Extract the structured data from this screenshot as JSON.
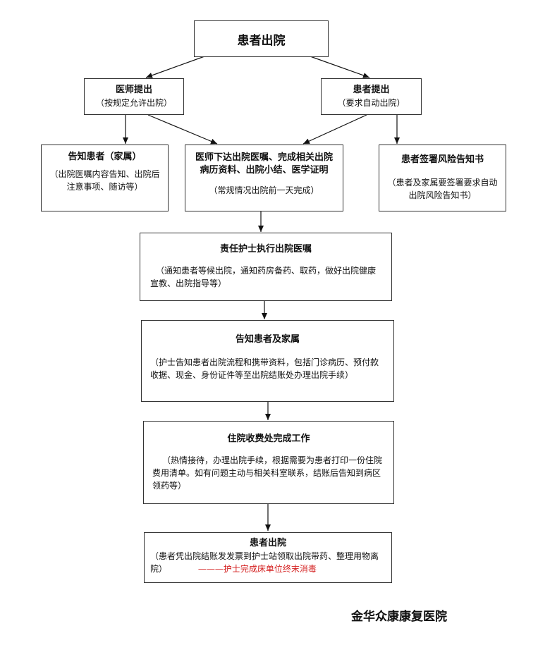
{
  "flow": {
    "start": {
      "title": "患者出院"
    },
    "doctor_request": {
      "title": "医师提出",
      "sub": "（按规定允许出院）"
    },
    "patient_request": {
      "title": "患者提出",
      "sub": "（要求自动出院）"
    },
    "inform_patient": {
      "title": "告知患者（家属）",
      "sub": "（出院医嘱内容告知、出院后注意事项、随访等）"
    },
    "doctor_orders": {
      "title": "医师下达出院医嘱、完成相关出院病历资料、出院小结、医学证明",
      "sub": "（常规情况出院前一天完成）"
    },
    "risk_notice": {
      "title": "患者签署风险告知书",
      "sub": "（患者及家属要签署要求自动出院风险告知书）"
    },
    "nurse_execute": {
      "title": "责任护士执行出院医嘱",
      "sub": "（通知患者等候出院，通知药房备药、取药，做好出院健康宣教、出院指导等）"
    },
    "inform_family": {
      "title": "告知患者及家属",
      "sub": "（护士告知患者出院流程和携带资料，包括门诊病历、预付款收据、现金、身份证件等至出院结账处办理出院手续）"
    },
    "billing": {
      "title": "住院收费处完成工作",
      "sub": "（热情接待，办理出院手续，根据需要为患者打印一份住院费用清单。如有问题主动与相关科室联系，结账后告知到病区领药等）"
    },
    "discharge": {
      "title": "患者出院",
      "sub": "（患者凭出院结账发发票到护士站领取出院带药、整理用物离院）",
      "note": "———护士完成床单位终末消毒"
    }
  },
  "footer": {
    "hospital": "金华众康康复医院"
  },
  "colors": {
    "note_red": "#d42020",
    "border": "#333333"
  }
}
